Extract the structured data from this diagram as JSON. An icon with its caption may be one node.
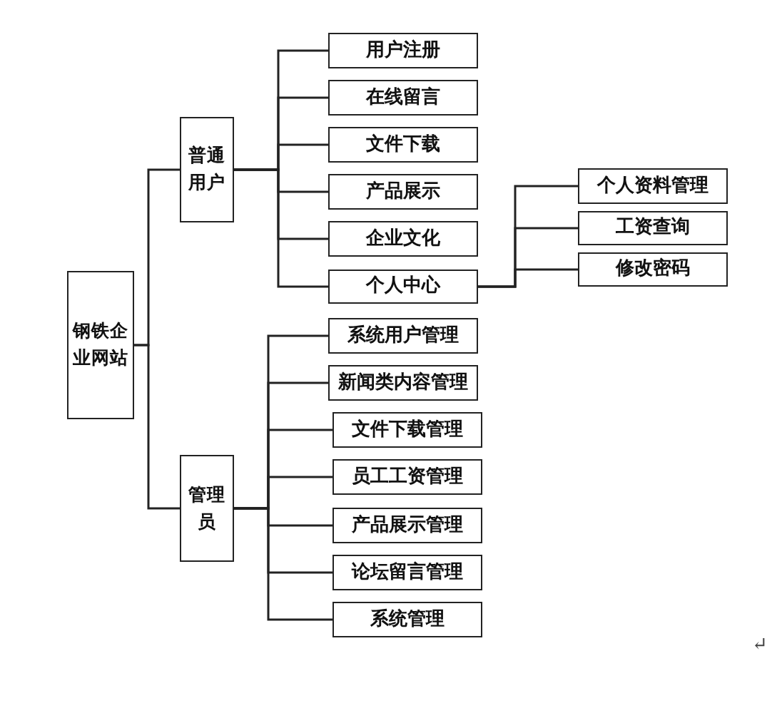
{
  "diagram": {
    "nodes": [
      {
        "text": [
          "钢铁企业网站"
        ]
      },
      {
        "text": [
          "普通用户"
        ]
      },
      {
        "text": [
          "用户注册"
        ]
      },
      {
        "text": [
          "在线留言"
        ]
      },
      {
        "text": [
          "文件下载"
        ]
      },
      {
        "text": [
          "产品展示"
        ]
      },
      {
        "text": [
          "企业文化"
        ]
      },
      {
        "text": [
          "个人中心"
        ]
      },
      {
        "text": [
          "个人资料管理"
        ]
      },
      {
        "text": [
          "工资查询"
        ]
      },
      {
        "text": [
          "修改密码"
        ]
      },
      {
        "text": [
          "管理员"
        ]
      },
      {
        "text": [
          "系统用户管理"
        ]
      },
      {
        "text": [
          "新闻类内容管理"
        ]
      },
      {
        "text": [
          "文件下载管理"
        ]
      },
      {
        "text": [
          "员工工资管理"
        ]
      },
      {
        "text": [
          "产品展示管理"
        ]
      },
      {
        "text": [
          "论坛留言管理"
        ]
      },
      {
        "text": [
          "系统管理"
        ]
      }
    ],
    "edges": [
      {
        "from": 0,
        "to": 1,
        "arrow": "none"
      },
      {
        "from": 0,
        "to": 11,
        "arrow": "none"
      },
      {
        "from": 1,
        "to": 2,
        "arrow": "none"
      },
      {
        "from": 1,
        "to": 3,
        "arrow": "none"
      },
      {
        "from": 1,
        "to": 4,
        "arrow": "none"
      },
      {
        "from": 1,
        "to": 5,
        "arrow": "none"
      },
      {
        "from": 1,
        "to": 6,
        "arrow": "none"
      },
      {
        "from": 1,
        "to": 7,
        "arrow": "none"
      },
      {
        "from": 7,
        "to": 8,
        "arrow": "none"
      },
      {
        "from": 7,
        "to": 9,
        "arrow": "none"
      },
      {
        "from": 7,
        "to": 10,
        "arrow": "none"
      },
      {
        "from": 11,
        "to": 12,
        "arrow": "none"
      },
      {
        "from": 11,
        "to": 13,
        "arrow": "none"
      },
      {
        "from": 11,
        "to": 14,
        "arrow": "none"
      },
      {
        "from": 11,
        "to": 15,
        "arrow": "none"
      },
      {
        "from": 11,
        "to": 16,
        "arrow": "none"
      },
      {
        "from": 11,
        "to": 17,
        "arrow": "none"
      },
      {
        "from": 11,
        "to": 18,
        "arrow": "none"
      }
    ],
    "labels": [
      "↵"
    ]
  }
}
